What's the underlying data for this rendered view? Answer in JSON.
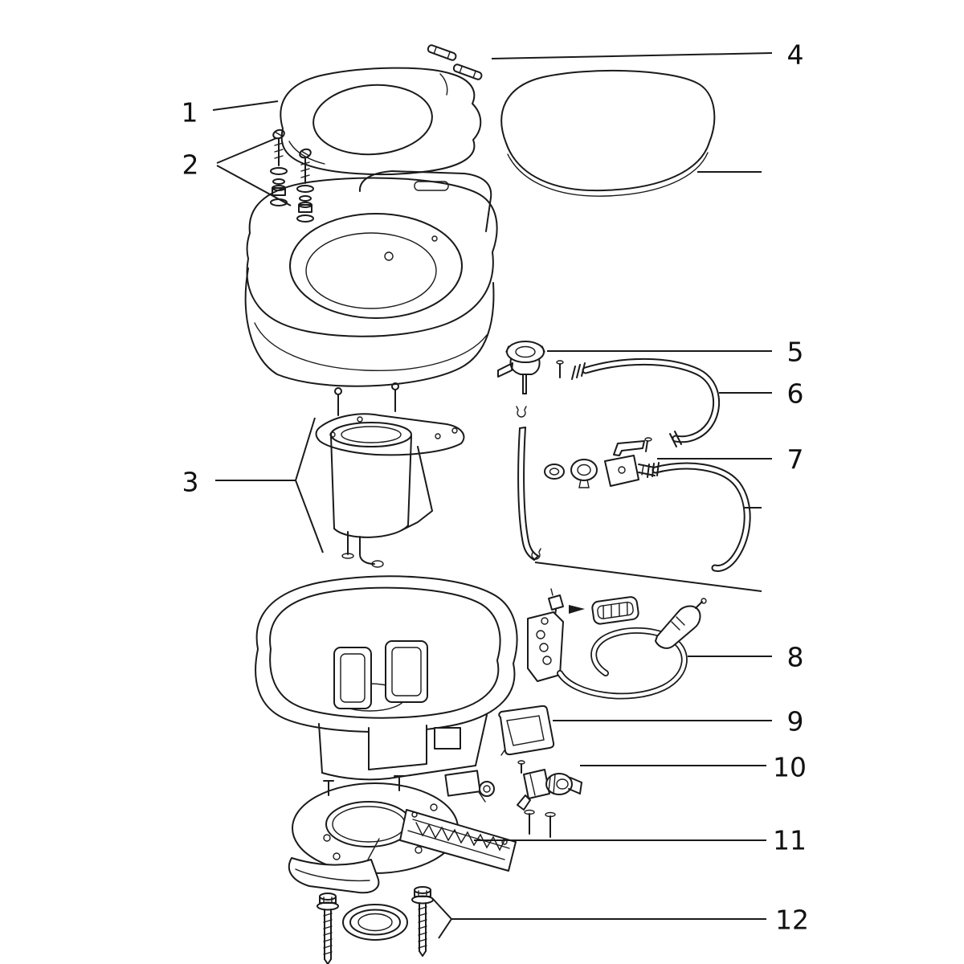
{
  "figure": {
    "type": "exploded-parts-diagram",
    "subject": "RV toilet exploded view parts diagram",
    "background": "#ffffff",
    "line_color": "#1a1a1a"
  },
  "callouts": [
    {
      "number": "1",
      "part": "toilet-seat"
    },
    {
      "number": "2",
      "part": "seat-mounting-screws"
    },
    {
      "number": "3",
      "part": "flush-mechanism-canister"
    },
    {
      "number": "4",
      "part": "hinge-pins"
    },
    {
      "number": "5",
      "part": "water-valve"
    },
    {
      "number": "6",
      "part": "supply-hose"
    },
    {
      "number": "7",
      "part": "valve-repair-kit"
    },
    {
      "number": "8",
      "part": "hand-sprayer-kit"
    },
    {
      "number": "9",
      "part": "access-cover"
    },
    {
      "number": "10",
      "part": "vacuum-breaker-fitting"
    },
    {
      "number": "11",
      "part": "base-flush-assembly"
    },
    {
      "number": "12",
      "part": "closet-bolts-and-floor-seal"
    }
  ]
}
